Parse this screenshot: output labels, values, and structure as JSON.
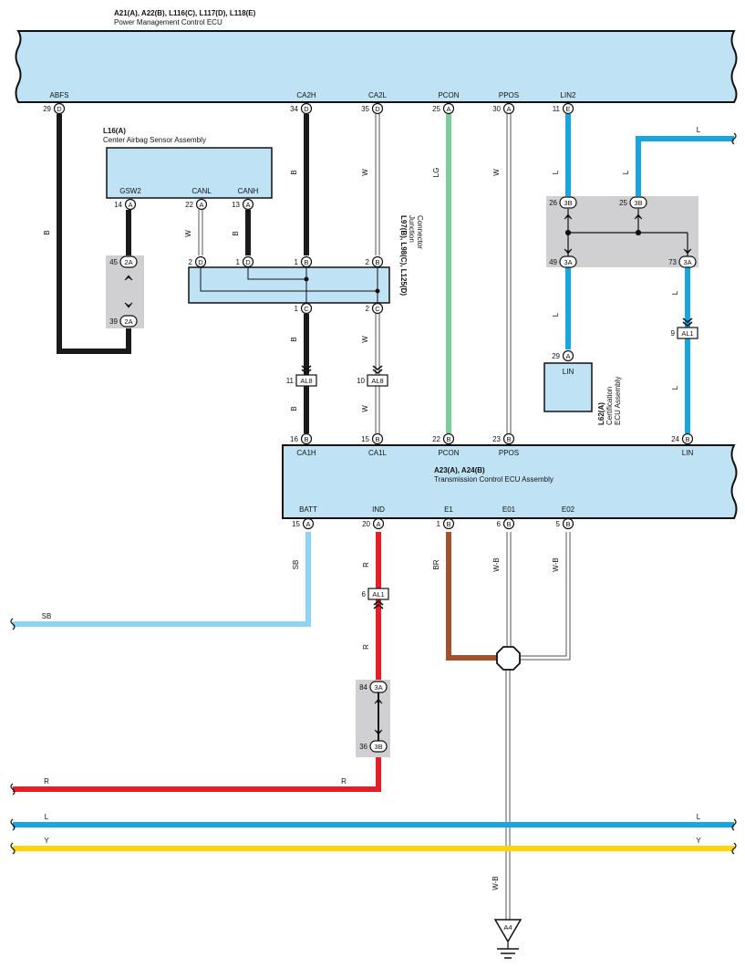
{
  "ecu_top": {
    "codes": "A21(A), A22(B), L116(C), L117(D), L118(E)",
    "name": "Power Management Control ECU",
    "terminals": [
      "ABFS",
      "CA2H",
      "CA2L",
      "PCON",
      "PPOS",
      "LIN2"
    ],
    "pins": [
      {
        "num": "29",
        "conn": "D"
      },
      {
        "num": "34",
        "conn": "D"
      },
      {
        "num": "35",
        "conn": "D"
      },
      {
        "num": "25",
        "conn": "A"
      },
      {
        "num": "30",
        "conn": "A"
      },
      {
        "num": "11",
        "conn": "E"
      }
    ]
  },
  "airbag": {
    "code": "L16(A)",
    "name": "Center Airbag Sensor Assembly",
    "terminals": [
      "GSW2",
      "CANL",
      "CANH"
    ],
    "pins": [
      {
        "num": "14",
        "conn": "A"
      },
      {
        "num": "22",
        "conn": "A"
      },
      {
        "num": "13",
        "conn": "A"
      }
    ]
  },
  "junction": {
    "codes": "L97(B), L98(C), L125(D)",
    "name_line1": "Junction",
    "name_line2": "Connector",
    "pins": [
      {
        "num": "2",
        "conn": "D"
      },
      {
        "num": "1",
        "conn": "D"
      },
      {
        "num": "1",
        "conn": "B"
      },
      {
        "num": "2",
        "conn": "B"
      },
      {
        "num": "1",
        "conn": "C"
      },
      {
        "num": "2",
        "conn": "C"
      }
    ]
  },
  "splice_left": {
    "pins": [
      {
        "num": "45",
        "conn": "2A"
      },
      {
        "num": "39",
        "conn": "2A"
      }
    ]
  },
  "splice_lin": {
    "pins": [
      {
        "num": "26",
        "conn": "3B"
      },
      {
        "num": "25",
        "conn": "3B"
      },
      {
        "num": "49",
        "conn": "3A"
      },
      {
        "num": "73",
        "conn": "3A"
      }
    ]
  },
  "splice_ind": {
    "pins": [
      {
        "num": "84",
        "conn": "3A"
      },
      {
        "num": "36",
        "conn": "3B"
      }
    ]
  },
  "cert": {
    "code": "L62(A)",
    "line1": "Certification",
    "line2": "ECU Assembly",
    "terminal": "LIN",
    "pin": {
      "num": "29",
      "conn": "A"
    }
  },
  "inline_connectors": [
    {
      "num": "11",
      "label": "AL8"
    },
    {
      "num": "10",
      "label": "AL8"
    },
    {
      "num": "9",
      "label": "AL1"
    },
    {
      "num": "6",
      "label": "AL1"
    }
  ],
  "ecu_tcm": {
    "codes": "A23(A), A24(B)",
    "name": "Transmission Control ECU Assembly",
    "top_terminals": [
      "CA1H",
      "CA1L",
      "PCON",
      "PPOS",
      "LIN"
    ],
    "top_pins": [
      {
        "num": "16",
        "conn": "B"
      },
      {
        "num": "15",
        "conn": "B"
      },
      {
        "num": "22",
        "conn": "B"
      },
      {
        "num": "23",
        "conn": "B"
      },
      {
        "num": "24",
        "conn": "B"
      }
    ],
    "bottom_terminals": [
      "BATT",
      "IND",
      "E1",
      "E01",
      "E02"
    ],
    "bottom_pins": [
      {
        "num": "15",
        "conn": "A"
      },
      {
        "num": "20",
        "conn": "A"
      },
      {
        "num": "1",
        "conn": "B"
      },
      {
        "num": "6",
        "conn": "B"
      },
      {
        "num": "5",
        "conn": "B"
      }
    ]
  },
  "wire_labels": {
    "abfs": "B",
    "ca2h_a": "B",
    "ca2h_b": "B",
    "ca2h_c": "B",
    "ca2l_a": "W",
    "ca2l_b": "W",
    "ca2l_c": "W",
    "pcon": "LG",
    "ppos": "W",
    "canl": "W",
    "canh": "B",
    "lin_l1": "L",
    "lin_l2": "L",
    "lin_l3": "L",
    "lin_l4": "L",
    "lin_l5": "L",
    "lin_l6": "L",
    "batt_v": "SB",
    "batt_h": "SB",
    "ind_a": "R",
    "ind_b": "R",
    "r_h1": "R",
    "r_h2": "R",
    "e1": "BR",
    "e01": "W-B",
    "e02": "W-B",
    "ground": "W-B",
    "l_left": "L",
    "l_right": "L",
    "y_left": "Y",
    "y_right": "Y"
  },
  "ground_label": "A4",
  "colors": {
    "ecu_fill": "#bfe3f5",
    "splice_bg": "#d0d0d2",
    "wire_black": "#1a1a1a",
    "wire_lg": "#7ccc9c",
    "wire_blue": "#19a5e0",
    "wire_sb": "#8fd3f4",
    "wire_red": "#e3202a",
    "wire_br": "#a0522d",
    "wire_yellow": "#ffd400",
    "wire_white_edge": "#555555"
  }
}
